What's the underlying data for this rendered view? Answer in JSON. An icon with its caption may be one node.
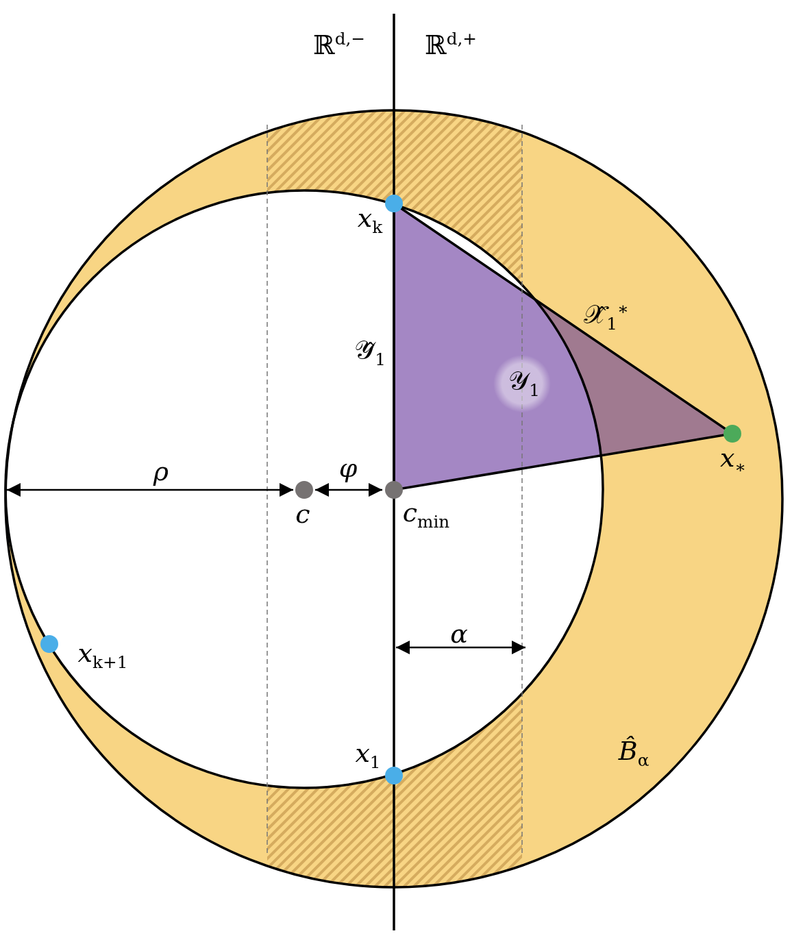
{
  "diagram": {
    "labels": [
      "ℝ$^{d,−}$",
      "ℝ$^{d,+}$",
      "*x*$_{k}$",
      "𝒳̂$_{1}$$^{∗}$",
      "𝒴̂$_{1}$",
      "𝒴$_{1}$",
      "*x*$_{∗}$",
      "ρ",
      "φ",
      "c",
      "*c*$_{min}$",
      "α",
      "*x*$_{k+1}$",
      "*x*$_{1}$",
      "*B̂*$_{α}$"
    ]
  }
}
